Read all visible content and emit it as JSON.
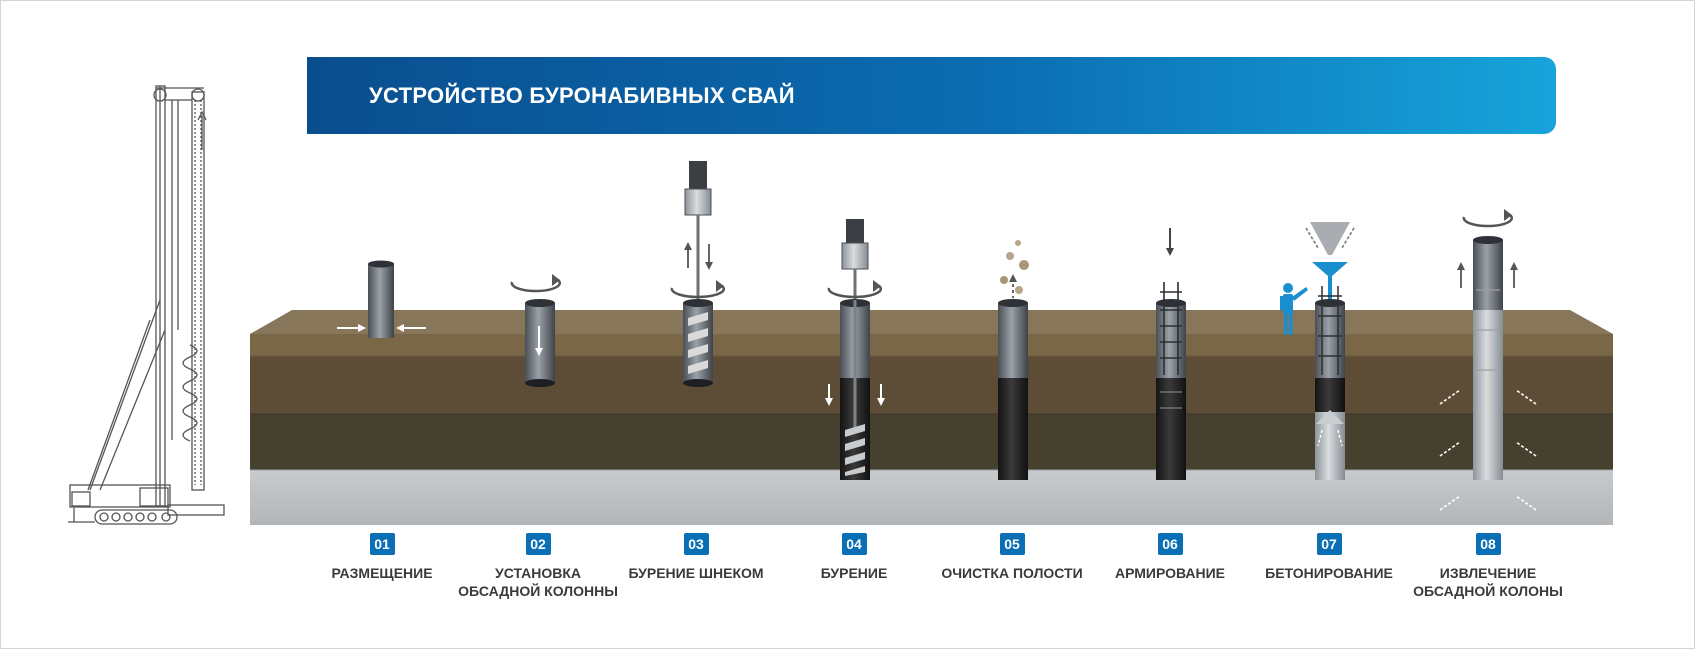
{
  "header": {
    "title": "УСТРОЙСТВО БУРОНАБИВНЫХ СВАЙ"
  },
  "colors": {
    "accent": "#0a6fb5",
    "banner_start": "#0a4e8e",
    "banner_end": "#17a4da",
    "soil_top": "#7a6748",
    "soil_mid": "#5b4c36",
    "soil_dark": "#47402f",
    "bedrock": "#bfc2c4",
    "concrete_blue": "#1a8fd0"
  },
  "steps": [
    {
      "num": "01",
      "label": "РАЗМЕЩЕНИЕ",
      "icon": "casing-placement-icon"
    },
    {
      "num": "02",
      "label": "УСТАНОВКА\nОБСАДНОЙ КОЛОННЫ",
      "icon": "casing-rotation-icon"
    },
    {
      "num": "03",
      "label": "БУРЕНИЕ ШНЕКОМ",
      "icon": "auger-drilling-icon"
    },
    {
      "num": "04",
      "label": "БУРЕНИЕ",
      "icon": "drilling-icon"
    },
    {
      "num": "05",
      "label": "ОЧИСТКА ПОЛОСТИ",
      "icon": "cavity-cleaning-icon"
    },
    {
      "num": "06",
      "label": "АРМИРОВАНИЕ",
      "icon": "reinforcement-cage-icon"
    },
    {
      "num": "07",
      "label": "БЕТОНИРОВАНИЕ",
      "icon": "concreting-icon"
    },
    {
      "num": "08",
      "label": "ИЗВЛЕЧЕНИЕ\nОБСАДНОЙ КОЛОНЫ",
      "icon": "casing-extraction-icon"
    }
  ],
  "illustration": {
    "rig": "piling-rig-icon",
    "worker": "worker-icon"
  }
}
